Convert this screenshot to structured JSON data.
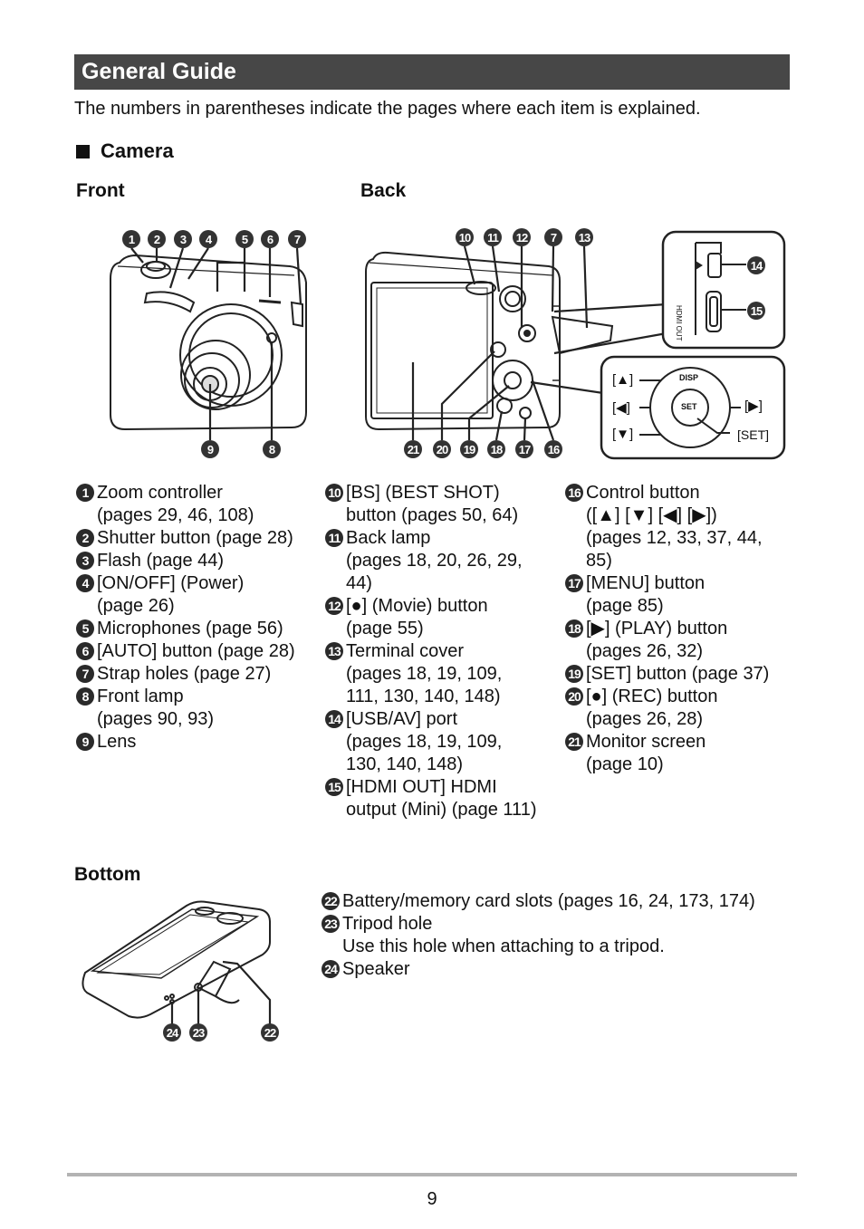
{
  "title": "General Guide",
  "intro": "The numbers in parentheses indicate the pages where each item is explained.",
  "section": "Camera",
  "front_label": "Front",
  "back_label": "Back",
  "bottom_label": "Bottom",
  "front_callouts": [
    "1",
    "2",
    "3",
    "4",
    "5",
    "6",
    "7",
    "9",
    "8"
  ],
  "back_callouts_top": [
    "10",
    "11",
    "12",
    "7",
    "13"
  ],
  "back_callouts_bottom": [
    "21",
    "20",
    "19",
    "18",
    "17",
    "16"
  ],
  "port_callouts": [
    "14",
    "15"
  ],
  "bottom_callouts": [
    "24",
    "23",
    "22"
  ],
  "control_labels": {
    "up": "[▲]",
    "left": "[◀]",
    "down": "[▼]",
    "right": "[▶]",
    "set": "[SET]",
    "disp": "DISP",
    "set_btn": "SET",
    "hdmi": "HDMI OUT"
  },
  "col1": [
    {
      "n": "1",
      "text": "Zoom controller\n(pages 29, 46, 108)"
    },
    {
      "n": "2",
      "text": "Shutter button (page 28)"
    },
    {
      "n": "3",
      "text": "Flash (page 44)"
    },
    {
      "n": "4",
      "text": "[ON/OFF] (Power)\n(page 26)"
    },
    {
      "n": "5",
      "text": "Microphones (page 56)"
    },
    {
      "n": "6",
      "text": "[AUTO] button (page 28)"
    },
    {
      "n": "7",
      "text": "Strap holes (page 27)"
    },
    {
      "n": "8",
      "text": "Front lamp\n(pages 90, 93)"
    },
    {
      "n": "9",
      "text": "Lens"
    }
  ],
  "col2": [
    {
      "n": "10",
      "text": "[BS] (BEST SHOT)\nbutton (pages 50, 64)"
    },
    {
      "n": "11",
      "text": "Back lamp\n(pages 18, 20, 26, 29,\n44)"
    },
    {
      "n": "12",
      "text": "[●] (Movie) button\n(page 55)"
    },
    {
      "n": "13",
      "text": "Terminal cover\n(pages 18, 19, 109,\n111, 130, 140, 148)"
    },
    {
      "n": "14",
      "text": "[USB/AV] port\n(pages 18, 19, 109,\n130, 140, 148)"
    },
    {
      "n": "15",
      "text": "[HDMI OUT] HDMI\noutput (Mini) (page 111)"
    }
  ],
  "col3": [
    {
      "n": "16",
      "text": "Control button\n([▲] [▼] [◀] [▶])\n(pages 12, 33, 37, 44,\n85)"
    },
    {
      "n": "17",
      "text": "[MENU] button\n(page 85)"
    },
    {
      "n": "18",
      "text": "[▶] (PLAY) button\n(pages 26, 32)"
    },
    {
      "n": "19",
      "text": "[SET] button (page 37)"
    },
    {
      "n": "20",
      "text": "[●] (REC) button\n(pages 26, 28)"
    },
    {
      "n": "21",
      "text": "Monitor screen\n(page 10)"
    }
  ],
  "col4": [
    {
      "n": "22",
      "text": "Battery/memory card slots (pages 16, 24, 173, 174)"
    },
    {
      "n": "23",
      "text": "Tripod hole\nUse this hole when attaching to a tripod."
    },
    {
      "n": "24",
      "text": "Speaker"
    }
  ],
  "page_number": "9"
}
